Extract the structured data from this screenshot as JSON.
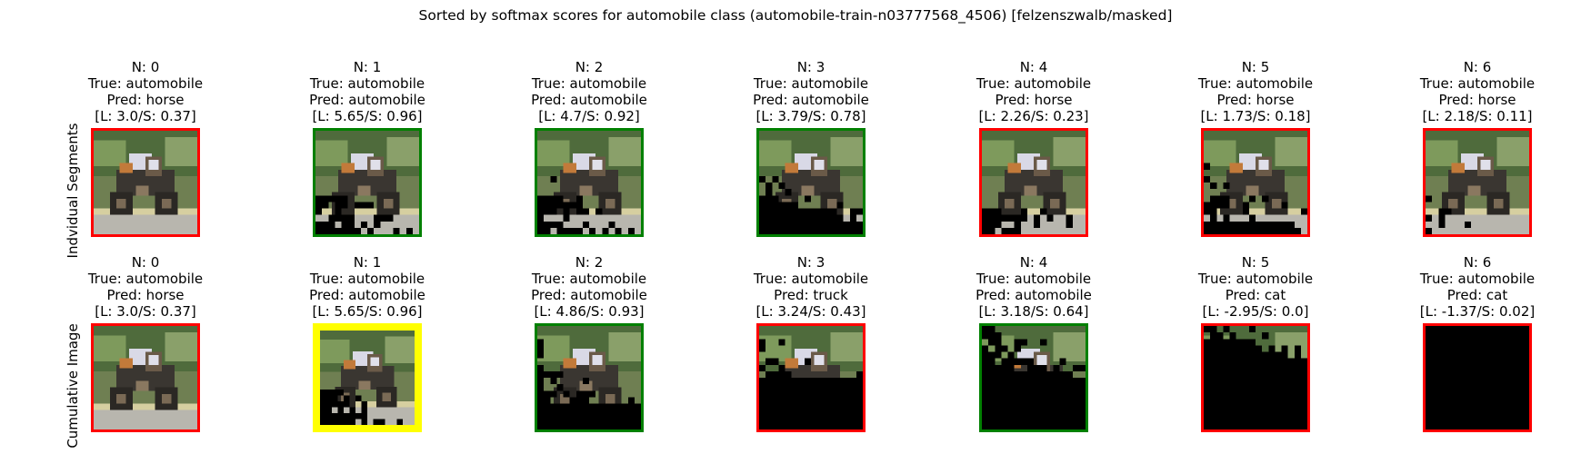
{
  "title": "Sorted by softmax scores for automobile class (automobile-train-n03777568_4506) [felzenszwalb/masked]",
  "row_labels": [
    "Indvidual Segments",
    "Cumulative Image"
  ],
  "colors": {
    "correct": "#008000",
    "wrong": "#ff0000",
    "best": "#ffff00"
  },
  "chart_data": [
    {
      "type": "image_grid",
      "row": "Indvidual Segments",
      "panels": [
        {
          "n": "N: 0",
          "true": "True: automobile",
          "pred": "Pred: horse",
          "scores": "[L: 3.0/S: 0.37]",
          "border": "wrong",
          "visible_fraction": 1.0
        },
        {
          "n": "N: 1",
          "true": "True: automobile",
          "pred": "Pred: automobile",
          "scores": "[L: 5.65/S: 0.96]",
          "border": "correct",
          "visible_fraction": 0.85
        },
        {
          "n": "N: 2",
          "true": "True: automobile",
          "pred": "Pred: automobile",
          "scores": "[L: 4.7/S: 0.92]",
          "border": "correct",
          "visible_fraction": 0.85
        },
        {
          "n": "N: 3",
          "true": "True: automobile",
          "pred": "Pred: automobile",
          "scores": "[L: 3.79/S: 0.78]",
          "border": "correct",
          "visible_fraction": 0.7
        },
        {
          "n": "N: 4",
          "true": "True: automobile",
          "pred": "Pred: horse",
          "scores": "[L: 2.26/S: 0.23]",
          "border": "wrong",
          "visible_fraction": 0.9
        },
        {
          "n": "N: 5",
          "true": "True: automobile",
          "pred": "Pred: horse",
          "scores": "[L: 1.73/S: 0.18]",
          "border": "wrong",
          "visible_fraction": 0.8
        },
        {
          "n": "N: 6",
          "true": "True: automobile",
          "pred": "Pred: horse",
          "scores": "[L: 2.18/S: 0.11]",
          "border": "wrong",
          "visible_fraction": 0.97
        }
      ]
    },
    {
      "type": "image_grid",
      "row": "Cumulative Image",
      "panels": [
        {
          "n": "N: 0",
          "true": "True: automobile",
          "pred": "Pred: horse",
          "scores": "[L: 3.0/S: 0.37]",
          "border": "wrong",
          "visible_fraction": 1.0
        },
        {
          "n": "N: 1",
          "true": "True: automobile",
          "pred": "Pred: automobile",
          "scores": "[L: 5.65/S: 0.96]",
          "border": "best",
          "visible_fraction": 0.85
        },
        {
          "n": "N: 2",
          "true": "True: automobile",
          "pred": "Pred: automobile",
          "scores": "[L: 4.86/S: 0.93]",
          "border": "correct",
          "visible_fraction": 0.65
        },
        {
          "n": "N: 3",
          "true": "True: automobile",
          "pred": "Pred: truck",
          "scores": "[L: 3.24/S: 0.43]",
          "border": "wrong",
          "visible_fraction": 0.45
        },
        {
          "n": "N: 4",
          "true": "True: automobile",
          "pred": "Pred: automobile",
          "scores": "[L: 3.18/S: 0.64]",
          "border": "correct",
          "visible_fraction": 0.3
        },
        {
          "n": "N: 5",
          "true": "True: automobile",
          "pred": "Pred: cat",
          "scores": "[L: -2.95/S: 0.0]",
          "border": "wrong",
          "visible_fraction": 0.15
        },
        {
          "n": "N: 6",
          "true": "True: automobile",
          "pred": "Pred: cat",
          "scores": "[L: -1.37/S: 0.02]",
          "border": "wrong",
          "visible_fraction": 0.0
        }
      ]
    }
  ]
}
